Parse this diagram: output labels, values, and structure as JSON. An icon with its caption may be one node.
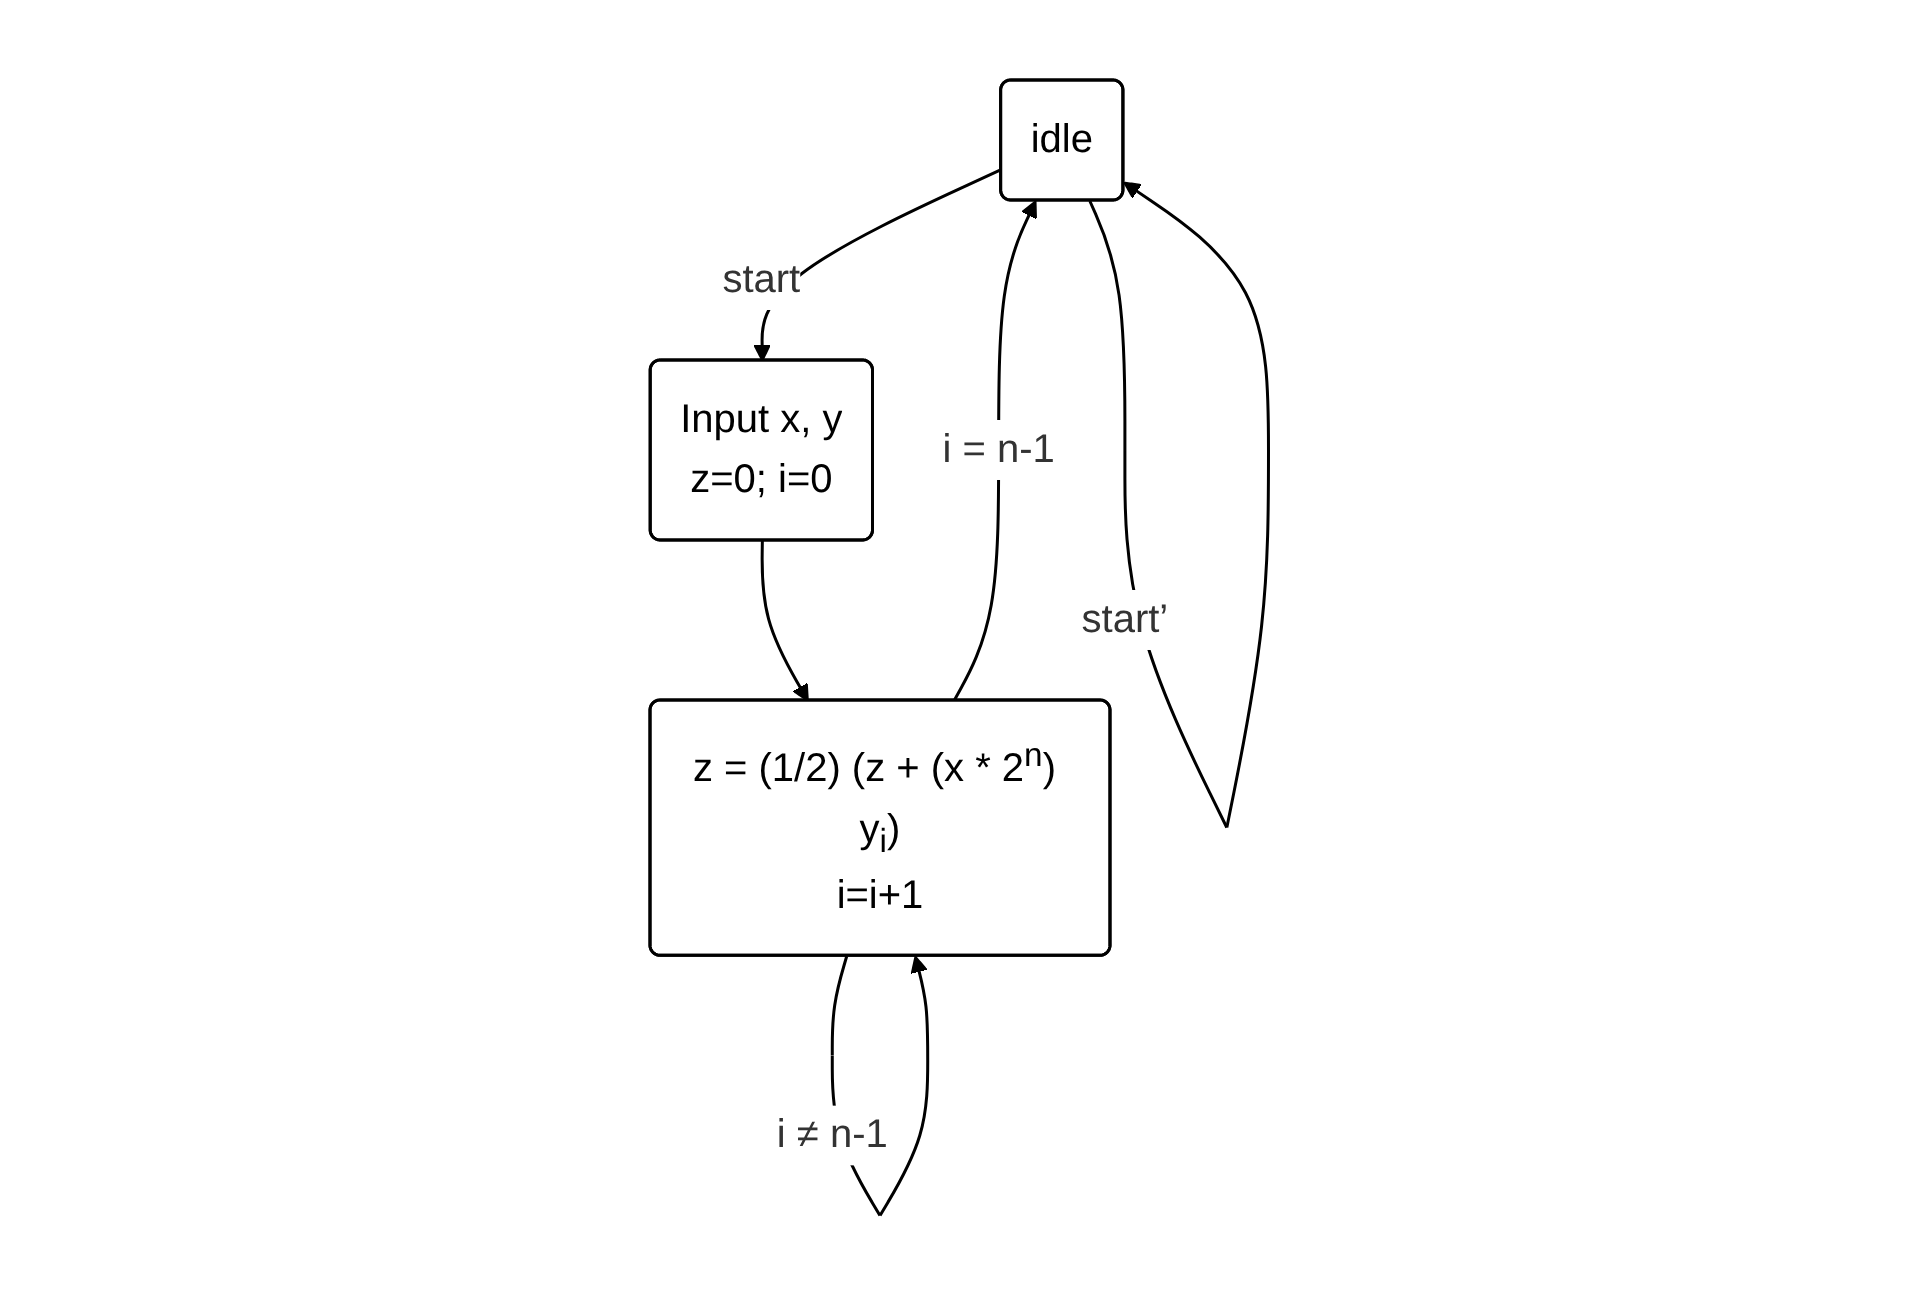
{
  "diagram": {
    "nodes": [
      {
        "text": [
          "idle"
        ]
      },
      {
        "text": [
          "Input x, y",
          "z=0; i=0"
        ]
      },
      {
        "text": [
          "z = (1/2) (z + (x * 2$^{n}$) y$_{i}$)",
          "i=i+1"
        ]
      }
    ],
    "edges": [
      {
        "from": 0,
        "to": 0,
        "arrow": "to",
        "label": "start’"
      },
      {
        "from": 0,
        "to": 1,
        "arrow": "to",
        "label": "start"
      },
      {
        "from": 1,
        "to": 2,
        "arrow": "to"
      },
      {
        "from": 2,
        "to": 0,
        "arrow": "to",
        "label": "i = n-1"
      },
      {
        "from": 2,
        "to": 2,
        "arrow": "to",
        "label": "i ≠ n-1"
      }
    ]
  }
}
